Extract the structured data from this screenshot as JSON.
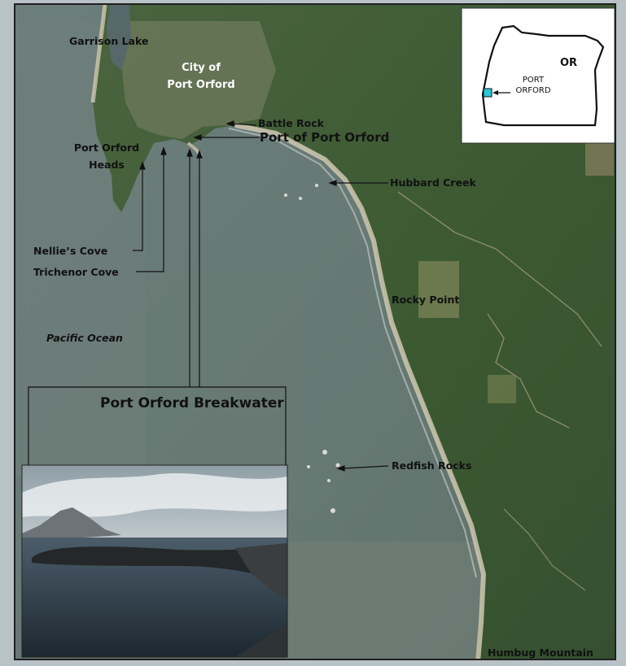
{
  "labels": {
    "garrison_lake": "Garrison Lake",
    "city_line1": "City of",
    "city_line2": "Port Orford",
    "battle_rock": "Battle Rock",
    "port_of_port_orford": "Port of Port Orford",
    "port_orford_heads_line1": "Port Orford",
    "port_orford_heads_line2": "Heads",
    "hubbard_creek": "Hubbard Creek",
    "nellies_cove": "Nellie’s Cove",
    "trichenor_cove": "Trichenor Cove",
    "rocky_point": "Rocky Point",
    "pacific_ocean": "Pacific Ocean",
    "breakwater": "Port Orford Breakwater",
    "redfish_rocks": "Redfish Rocks",
    "humbug_mountain": "Humbug Mountain"
  },
  "inset": {
    "state": "OR",
    "port_line1": "PORT",
    "port_line2": "ORFORD",
    "marker_color": "#29c6d6"
  },
  "colors": {
    "ocean": "#6b7c78",
    "land": "#3d5a33",
    "shore": "#c9c3ad",
    "label_text": "#111111"
  }
}
